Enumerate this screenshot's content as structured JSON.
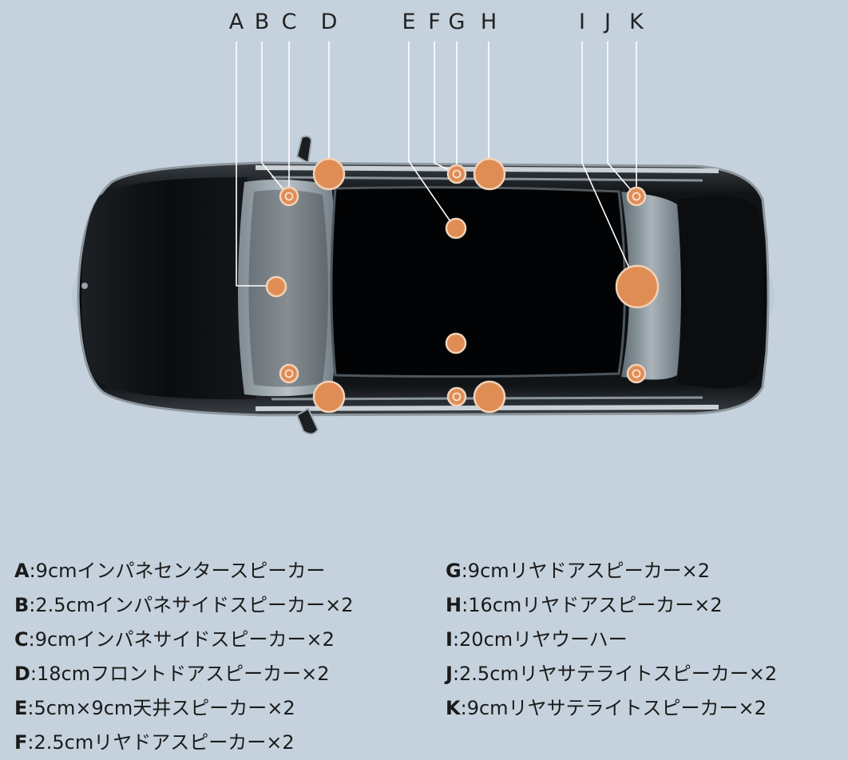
{
  "letters": [
    "A",
    "B",
    "C",
    "D",
    "E",
    "F",
    "G",
    "H",
    "I",
    "J",
    "K"
  ],
  "legend_left": [
    {
      "key": "A",
      "text": "9cmインパネセンタースピーカー"
    },
    {
      "key": "B",
      "text": "2.5cmインパネサイドスピーカー×2"
    },
    {
      "key": "C",
      "text": "9cmインパネサイドスピーカー×2"
    },
    {
      "key": "D",
      "text": "18cmフロントドアスピーカー×2"
    },
    {
      "key": "E",
      "text": "5cm×9cm天井スピーカー×2"
    },
    {
      "key": "F",
      "text": "2.5cmリヤドアスピーカー×2"
    }
  ],
  "legend_right": [
    {
      "key": "G",
      "text": "9cmリヤドアスピーカー×2"
    },
    {
      "key": "H",
      "text": "16cmリヤドアスピーカー×2"
    },
    {
      "key": "I",
      "text": "20cmリヤウーハー"
    },
    {
      "key": "J",
      "text": "2.5cmリヤサテライトスピーカー×2"
    },
    {
      "key": "K",
      "text": "9cmリヤサテライトスピーカー×2"
    }
  ],
  "colors": {
    "background": "#c5d2dd",
    "speaker": "#df8d55",
    "car_body": "#0c0e10",
    "chrome": "#a9b3b9",
    "leader_line": "#ffffff"
  }
}
